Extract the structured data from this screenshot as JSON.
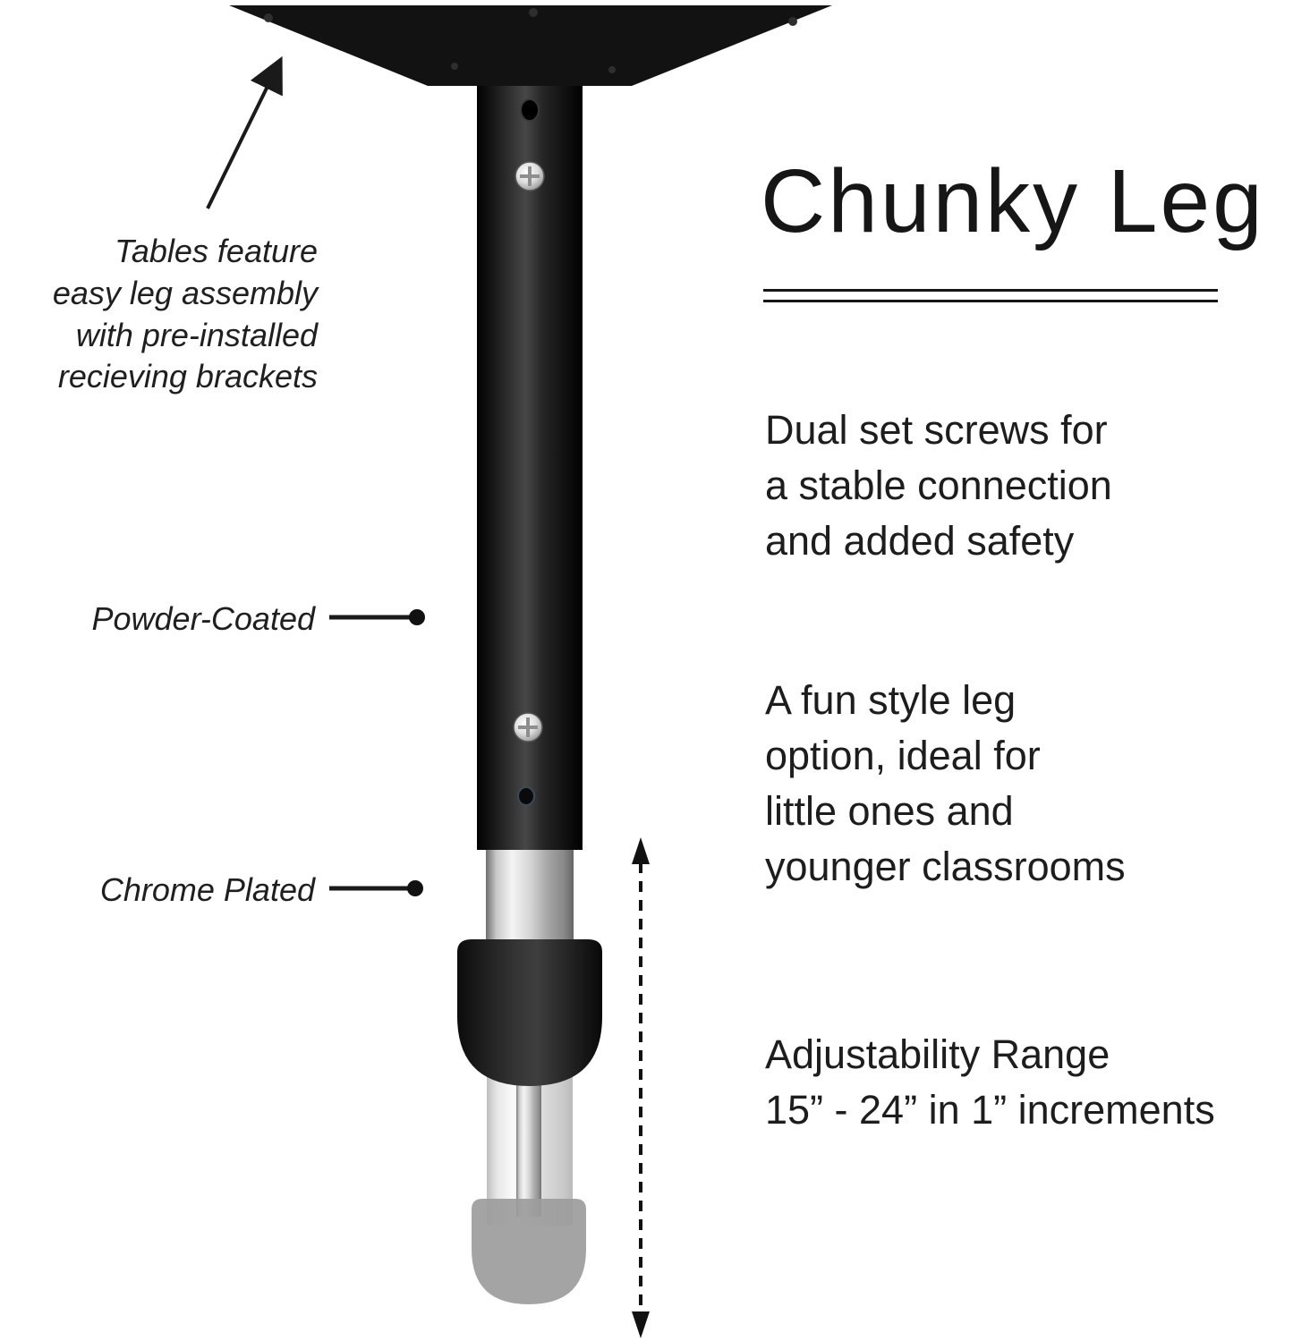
{
  "title": "Chunky Leg",
  "callouts": {
    "assembly": {
      "lines": [
        "Tables feature",
        "easy leg assembly",
        "with pre-installed",
        "recieving brackets"
      ]
    },
    "powder_coated": "Powder-Coated",
    "chrome_plated": "Chrome Plated"
  },
  "features": {
    "dual_screws": {
      "lines": [
        "Dual set screws for",
        "a stable connection",
        "and added safety"
      ]
    },
    "fun_style": {
      "lines": [
        "A fun style leg",
        "option, ideal for",
        "little ones and",
        "younger classrooms"
      ]
    },
    "adjustability": {
      "lines": [
        "Adjustability Range",
        "15” - 24” in 1” increments"
      ]
    }
  },
  "illustration": {
    "parts": [
      "mounting-plate",
      "powder-coated-tube",
      "upper-hole",
      "upper-set-screw",
      "lower-set-screw",
      "lower-hole",
      "chrome-inner-tube",
      "rubber-collar",
      "extended-ghost-tube",
      "chrome-rod",
      "foot-cap",
      "adjustability-arrow",
      "assembly-arrow",
      "powder-pointer",
      "chrome-pointer"
    ],
    "colors": {
      "leg_black": "#141414",
      "chrome": "#d8d8d8",
      "ghost_gray": "#c2c2c2",
      "foot_gray": "#9c9c9c",
      "text": "#1d1d1d",
      "background": "#ffffff"
    }
  }
}
